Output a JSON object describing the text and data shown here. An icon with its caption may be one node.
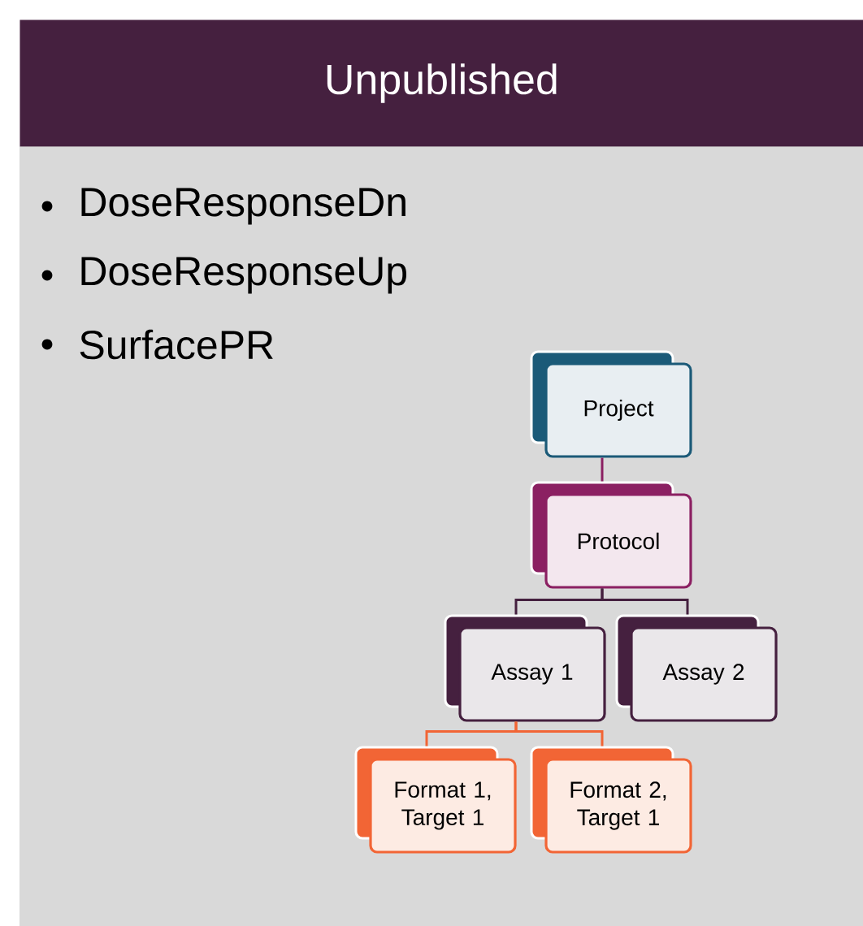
{
  "diagram": {
    "title": "Unpublished",
    "nodes": [
      {
        "text": [
          "Project"
        ]
      },
      {
        "text": [
          "Protocol"
        ]
      },
      {
        "text": [
          "Assay 1"
        ]
      },
      {
        "text": [
          "Assay 2"
        ]
      },
      {
        "text": [
          "Format 1, Target 1"
        ]
      },
      {
        "text": [
          "Format 2, Target 1"
        ]
      }
    ],
    "edges": [
      {
        "from": 0,
        "to": 1,
        "arrow": "none",
        "color": "#8b2062"
      },
      {
        "from": 1,
        "to": 2,
        "arrow": "none",
        "color": "#45203f"
      },
      {
        "from": 1,
        "to": 3,
        "arrow": "none",
        "color": "#45203f"
      },
      {
        "from": 2,
        "to": 4,
        "arrow": "none",
        "color": "#f26535"
      },
      {
        "from": 2,
        "to": 5,
        "arrow": "none",
        "color": "#f26535"
      }
    ],
    "labels": [
      "DoseResponseDn",
      "DoseResponseUp",
      "SurfacePR"
    ]
  }
}
